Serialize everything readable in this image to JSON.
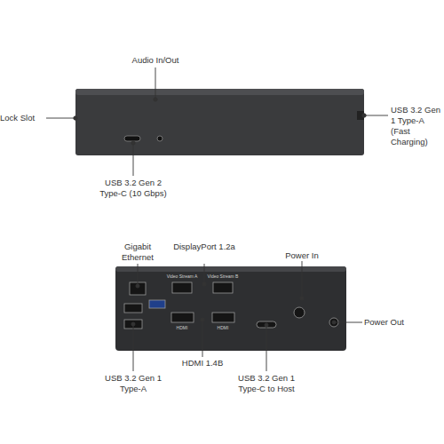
{
  "diagram": {
    "labels": [
      "Audio In/Out",
      "Lock Slot",
      "USB 3.2 Gen 1 Type-A (Fast Charging)",
      "USB 3.2 Gen 2 Type-C (10 Gbps)",
      "Gigabit Ethernet",
      "DisplayPort 1.2a",
      "Power In",
      "Power Out",
      "USB 3.2 Gen 1 Type-A",
      "HDMI 1.4B",
      "USB 3.2 Gen 1 Type-C to Host",
      "Video Stream A",
      "Video Stream B",
      "HDMI",
      "HDMI"
    ]
  }
}
